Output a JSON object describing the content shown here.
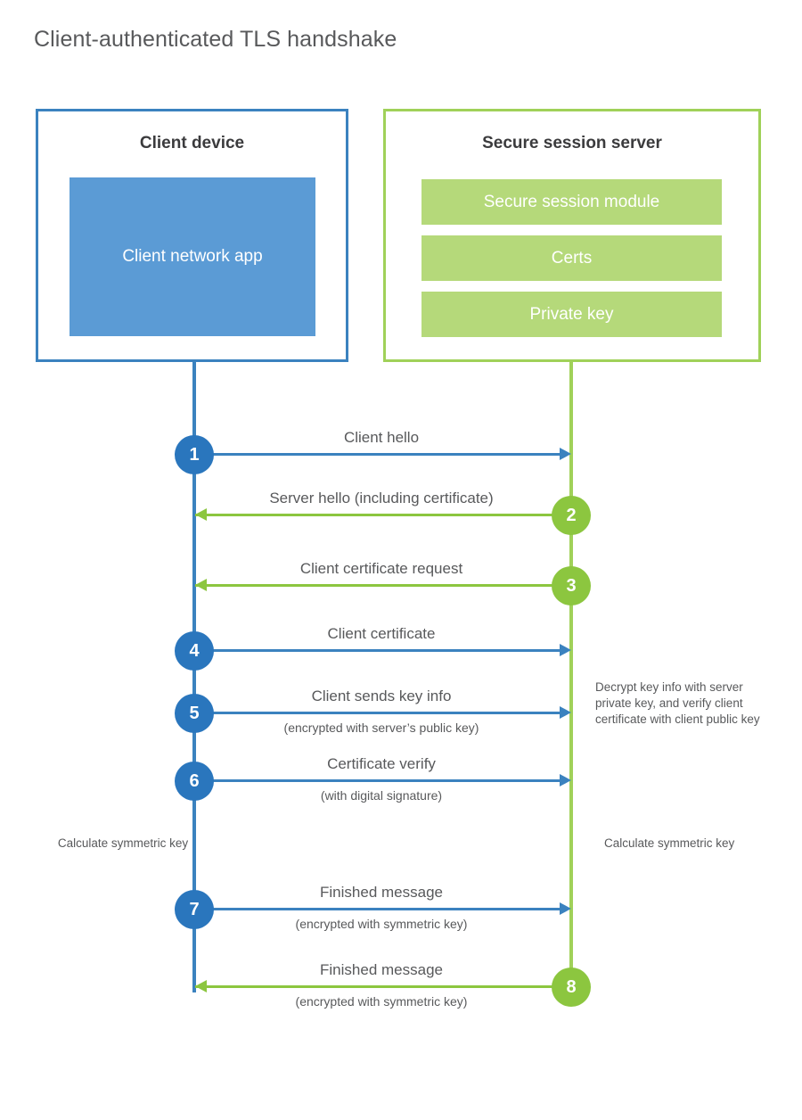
{
  "title": "Client-authenticated TLS handshake",
  "colors": {
    "blue_border": "#3b82bf",
    "blue_fill": "#5b9bd5",
    "blue_badge": "#2a76bd",
    "green_border": "#a0d159",
    "green_fill": "#b5d97a",
    "green_badge": "#8cc63f",
    "text": "#58595b"
  },
  "client": {
    "title": "Client device",
    "app_label": "Client network app"
  },
  "server": {
    "title": "Secure session server",
    "bars": [
      {
        "label": "Secure session module"
      },
      {
        "label": "Certs"
      },
      {
        "label": "Private key"
      }
    ]
  },
  "messages": [
    {
      "number": "1",
      "label": "Client hello",
      "sublabel": "",
      "direction": "client-to-server",
      "color": "blue"
    },
    {
      "number": "2",
      "label": "Server hello (including certificate)",
      "sublabel": "",
      "direction": "server-to-client",
      "color": "green"
    },
    {
      "number": "3",
      "label": "Client certificate request",
      "sublabel": "",
      "direction": "server-to-client",
      "color": "green"
    },
    {
      "number": "4",
      "label": "Client certificate",
      "sublabel": "",
      "direction": "client-to-server",
      "color": "blue"
    },
    {
      "number": "5",
      "label": "Client sends key info",
      "sublabel": "(encrypted with server’s public key)",
      "direction": "client-to-server",
      "color": "blue"
    },
    {
      "number": "6",
      "label": "Certificate verify",
      "sublabel": "(with digital signature)",
      "direction": "client-to-server",
      "color": "blue"
    },
    {
      "number": "7",
      "label": "Finished message",
      "sublabel": "(encrypted with symmetric key)",
      "direction": "client-to-server",
      "color": "blue"
    },
    {
      "number": "8",
      "label": "Finished message",
      "sublabel": "(encrypted with symmetric key)",
      "direction": "server-to-client",
      "color": "green"
    }
  ],
  "notes": {
    "decrypt": "Decrypt key info with server private key, and verify client certificate with client public key",
    "calculate_symmetric_key_client": "Calculate symmetric key",
    "calculate_symmetric_key_server": "Calculate symmetric key"
  }
}
